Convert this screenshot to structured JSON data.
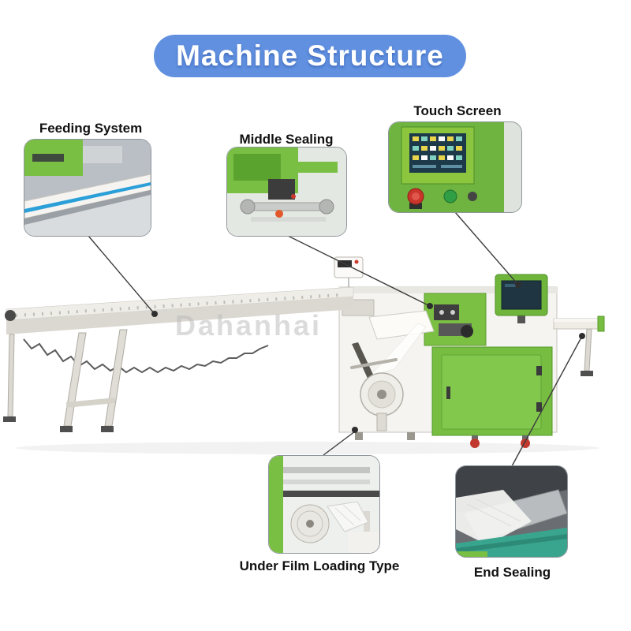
{
  "banner": {
    "title": "Machine Structure",
    "bg_color": "#6190e0",
    "text_color": "#ffffff"
  },
  "callouts": [
    {
      "id": "feeding-system",
      "label": "Feeding System"
    },
    {
      "id": "middle-sealing",
      "label": "Middle Sealing"
    },
    {
      "id": "touch-screen",
      "label": "Touch Screen"
    },
    {
      "id": "under-film-loading",
      "label": "Under Film Loading Type"
    },
    {
      "id": "end-sealing",
      "label": "End Sealing"
    }
  ],
  "watermark": {
    "text": "Dahanhai"
  },
  "colors": {
    "banner_blue": "#6190e0",
    "machine_green": "#79bf43",
    "cabinet_green": "#77bd41",
    "conveyor_white": "#efede8",
    "connector_line": "#3c3c3c",
    "emergency_red": "#c9352b",
    "screen_navy": "#203542",
    "belt_teal": "#3aa58f",
    "label_text": "#111111"
  }
}
